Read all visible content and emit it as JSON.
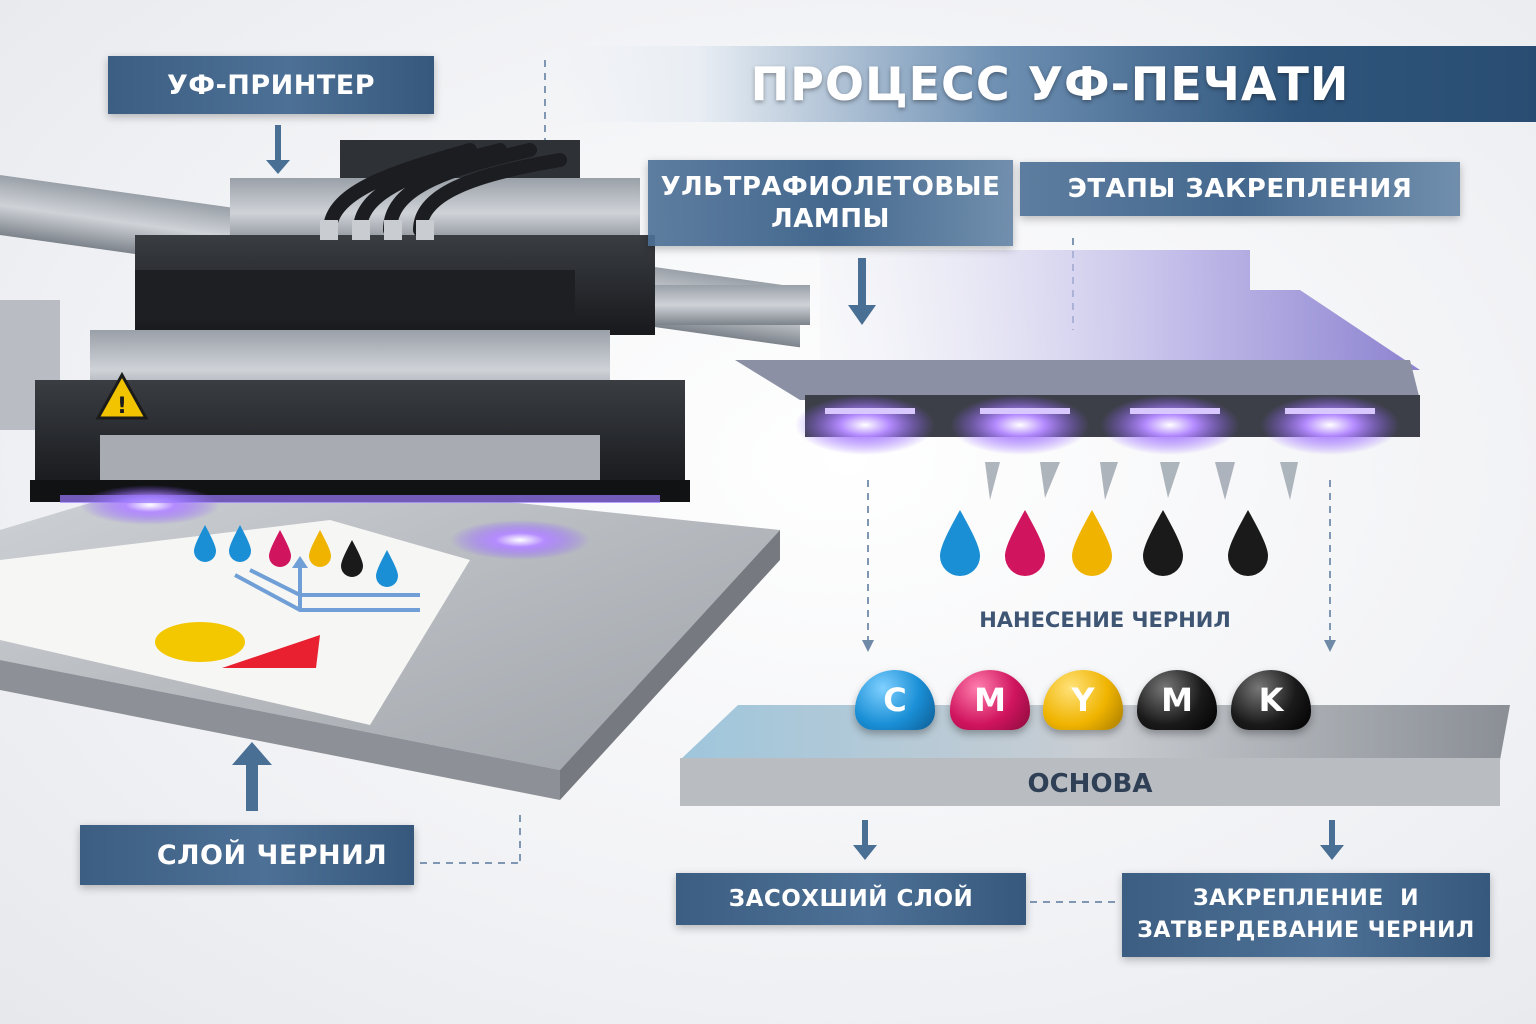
{
  "title": "ПРОЦЕСС УФ-ПЕЧАТИ",
  "labels": {
    "uv_printer": "УФ-ПРИНТЕР",
    "uv_lamps": "УЛЬТРАФИОЛЕТОВЫЕ ЛАМПЫ",
    "curing_stages": "ЭТАПЫ ЗАКРЕПЛЕНИЯ",
    "ink_layer": "СЛОЙ ЧЕРНИЛ",
    "ink_application": "НАНЕСЕНИЕ ЧЕРНИЛ",
    "substrate": "ОСНОВА",
    "dried_layer": "ЗАСОХШИЙ СЛОЙ",
    "fixing_line1": "ЗАКРЕПЛЕНИЕ  И",
    "fixing_line2": "ЗАТВЕРДЕВАНИЕ ЧЕРНИЛ"
  },
  "cmyk": [
    "C",
    "M",
    "Y",
    "M",
    "K"
  ],
  "colors": {
    "cyan": "#1a8fd6",
    "magenta": "#d0145e",
    "yellow": "#f0b400",
    "black": "#1a1a1a",
    "uv_glow": "#8c5cff",
    "label_blue": "#44688e"
  },
  "icons": [
    "warning-icon",
    "ink-layer-icon",
    "arrow-down-icon",
    "arrow-up-icon"
  ]
}
